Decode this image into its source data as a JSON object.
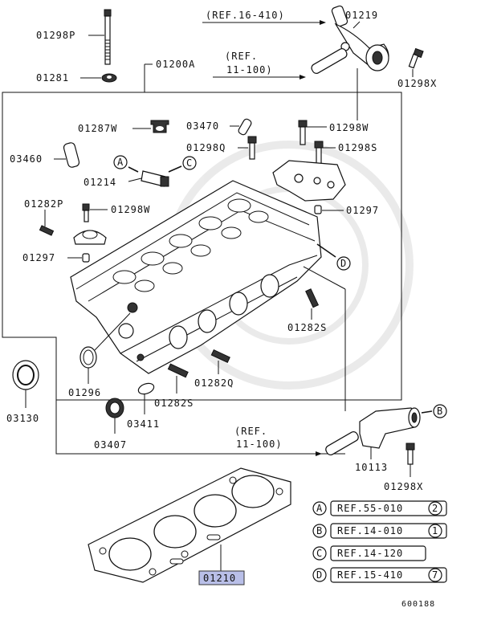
{
  "diagram_id": "600188",
  "parts": {
    "p01298P": "01298P",
    "p01281": "01281",
    "p01200A": "01200A",
    "p01219": "01219",
    "p01298X_top": "01298X",
    "p01287W": "01287W",
    "p03470": "03470",
    "p01298W_top": "01298W",
    "p03460": "03460",
    "p01298Q": "01298Q",
    "p01298S_top": "01298S",
    "p01214": "01214",
    "p01282P": "01282P",
    "p01298W_mid": "01298W",
    "p01297_right": "01297",
    "p01297_left": "01297",
    "p01282S_right": "01282S",
    "p01296": "01296",
    "p01282Q": "01282Q",
    "p01282S_bottom": "01282S",
    "p03130": "03130",
    "p03411": "03411",
    "p03407": "03407",
    "p10113": "10113",
    "p01298X_bottom": "01298X",
    "p01210": "01210"
  },
  "refs": {
    "ref_top": "(REF.16-410)",
    "ref_mid_1": "(REF.",
    "ref_mid_2": "11-100)",
    "ref_bottom_1": "(REF.",
    "ref_bottom_2": "11-100)"
  },
  "callouts": {
    "A": "A",
    "B": "B",
    "C": "C",
    "D": "D"
  },
  "legend": [
    {
      "letter": "A",
      "ref": "REF.55-010",
      "num": "2"
    },
    {
      "letter": "B",
      "ref": "REF.14-010",
      "num": "1"
    },
    {
      "letter": "C",
      "ref": "REF.14-120",
      "num": ""
    },
    {
      "letter": "D",
      "ref": "REF.15-410",
      "num": "7"
    }
  ]
}
